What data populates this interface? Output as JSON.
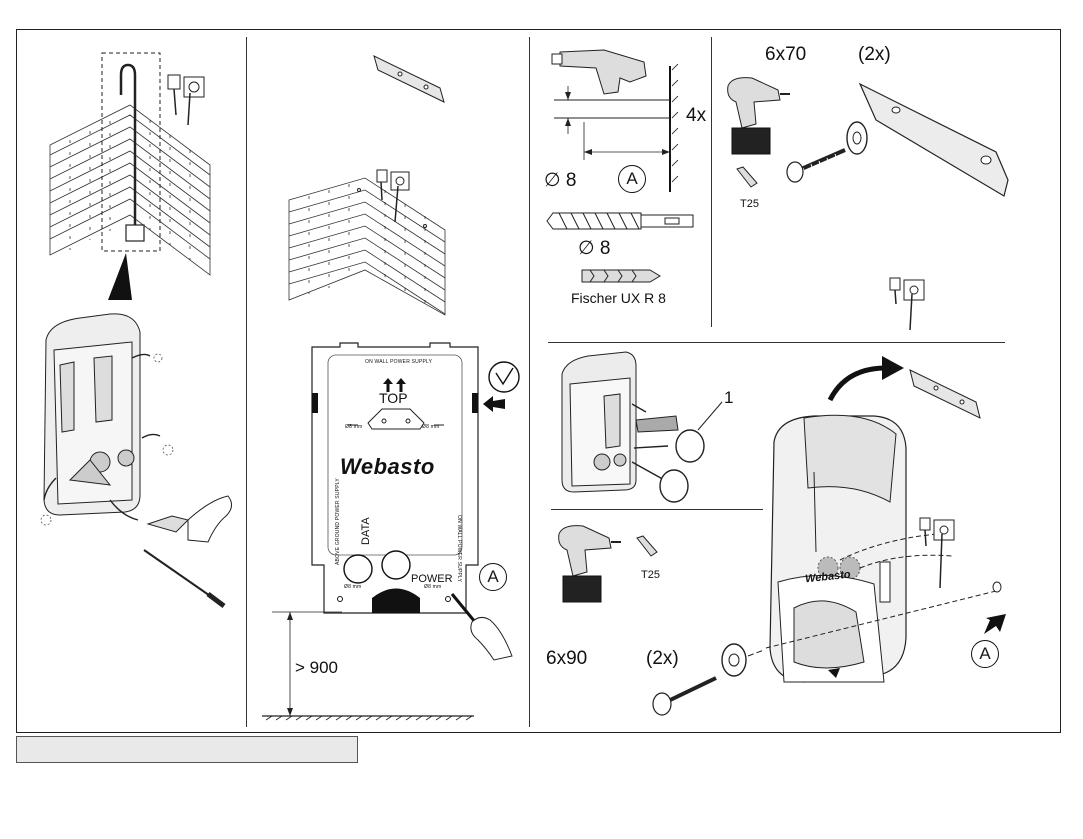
{
  "panel2": {
    "plate_top_text": "ON WALL POWER SUPPLY",
    "top_label": "TOP",
    "hole_left": "Ø8 mm",
    "hole_right": "Ø8 mm",
    "brand": "Webasto",
    "data_label": "DATA",
    "power_label": "POWER",
    "hole_bottom_left": "Ø8 mm",
    "hole_bottom_right": "Ø8 mm",
    "side_left": "ABOVE GROUND POWER SUPPLY",
    "side_right": "ON WALL POWER SUPPLY",
    "ref_label": "A",
    "height_label": "> 900"
  },
  "panel3": {
    "count_label": "4x",
    "diameter_label": "∅ 8",
    "ref_label": "A",
    "bit_diameter_label": "∅ 8",
    "anchor_label": "Fischer UX R 8"
  },
  "panel4": {
    "screw_size": "6x70",
    "quantity": "(2x)",
    "bit_label": "T25"
  },
  "panel5": {
    "part_number": "1"
  },
  "panel6": {
    "bit_label": "T25",
    "screw_size": "6x90",
    "quantity": "(2x)",
    "brand": "Webasto",
    "ref_label": "A"
  }
}
